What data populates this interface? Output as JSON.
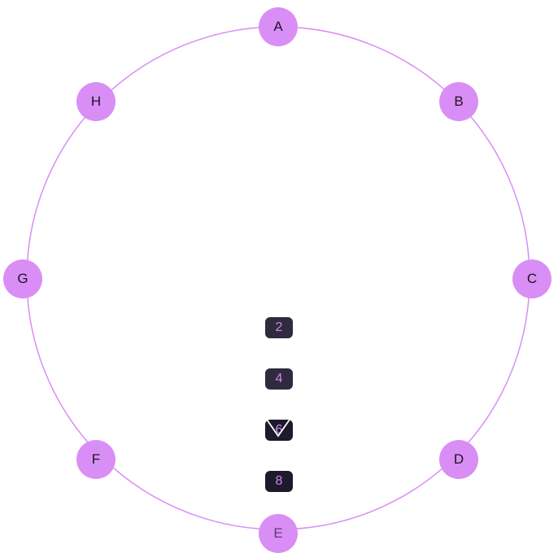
{
  "nodes": [
    "A",
    "B",
    "C",
    "D",
    "E",
    "F",
    "G",
    "H"
  ],
  "boxes": [
    "2",
    "4",
    "6",
    "8"
  ],
  "colors": {
    "accent": "#d98ef5",
    "box_light": "#2f2a3e",
    "box_dark": "#1d1a2b",
    "box_text": "#c98af0"
  }
}
